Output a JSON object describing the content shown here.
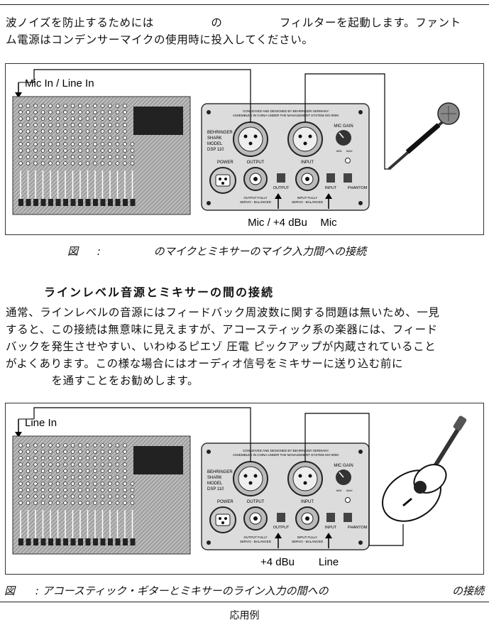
{
  "intro": {
    "line1": "波ノイズを防止するためには　　　　　の　　　　　フィルターを起動します。ファント",
    "line2": "ム電源はコンデンサーマイクの使用時に投入してください。"
  },
  "figure1": {
    "mixer_label": "Mic In / Line In",
    "device_brand": "BEHRINGER",
    "device_series": "SHARK",
    "device_model_label": "MODEL",
    "device_model": "DSP 110",
    "device_fine_print_1": "CONCEIVED AND DESIGNED BY BEHRINGER GERMANY.",
    "device_fine_print_2": "ASSEMBLED IN CHINA UNDER THE          MANAGEMENT SYSTEM ISO 9000.",
    "mic_gain": "MIC GAIN",
    "gain_min": "MIN",
    "gain_max": "MAX",
    "power": "POWER",
    "output": "OUTPUT",
    "input": "INPUT",
    "output_switch": "OUTPUT",
    "input_switch": "INPUT",
    "phantom": "PHANTOM",
    "output_note_1": "OUTPUT FULLY",
    "output_note_2": "SERVO - BALANCED",
    "input_note_1": "INPUT FULLY",
    "input_note_2": "SERVO - BALANCED",
    "label_output_level": "Mic / +4 dBu",
    "label_input_level": "Mic"
  },
  "caption1": {
    "prefix": "図",
    "sep": ":",
    "text": "のマイクとミキサーのマイク入力間への接続"
  },
  "heading": "ラインレベル音源とミキサーの間の接続",
  "para2": {
    "line1": "通常、ラインレベルの音源にはフィードバック周波数に関する問題は無いため、一見",
    "line2": "すると、この接続は無意味に見えますが、アコースティック系の楽器には、フィード",
    "line3": "バックを発生させやすい、いわゆるピエゾ 圧電 ピックアップが内蔵されていること",
    "line4": "がよくあります。この様な場合にはオーディオ信号をミキサーに送り込む前に",
    "line5": "　　　　を通すことをお勧めします。"
  },
  "figure2": {
    "mixer_label": "Line In",
    "label_output_level": "+4 dBu",
    "label_input_level": "Line"
  },
  "caption2": {
    "prefix": "図",
    "text": ": アコースティック・ギターとミキサーのライン入力の間への",
    "suffix": "の接続"
  },
  "footer": "応用例"
}
